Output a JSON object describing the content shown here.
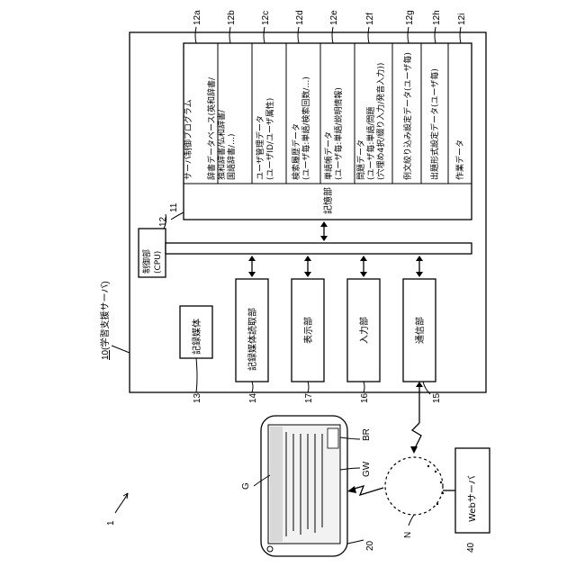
{
  "ref_labels": {
    "fig": "1",
    "server": "10",
    "cpu": "11",
    "storage": "12",
    "storage_sub": [
      "12a",
      "12b",
      "12c",
      "12d",
      "12e",
      "12f",
      "12g",
      "12h",
      "12i"
    ],
    "media": "13",
    "reader": "14",
    "comm": "15",
    "input": "16",
    "display": "17",
    "terminal": "20",
    "web_server": "40",
    "br": "BR",
    "gw": "GW",
    "g": "G",
    "n": "N"
  },
  "server": {
    "title": "(学習支援サーバ)"
  },
  "cpu": {
    "line1": "制御部",
    "line2": "(CPU)"
  },
  "storage": {
    "label": "記憶部",
    "items": [
      {
        "lines": [
          "サーバ制御プログラム"
        ]
      },
      {
        "lines": [
          "辞書データベース(英和辞書/",
          "独和辞書/仏和辞書/",
          "国語辞書/…)"
        ]
      },
      {
        "lines": [
          "ユーザ管理データ",
          "(ユーザID/ユーザ属性)"
        ]
      },
      {
        "lines": [
          "検索履歴データ",
          "(ユーザ毎:単語/検索回数/…)"
        ]
      },
      {
        "lines": [
          "単語帳データ",
          "(ユーザ毎:単語/説明情報)"
        ]
      },
      {
        "lines": [
          "問題データ",
          "(ユーザ毎:単語/問題",
          "(穴埋め4択/綴り入力/発音入力))"
        ]
      },
      {
        "lines": [
          "例文絞り込み設定データ(ユーザ毎)"
        ]
      },
      {
        "lines": [
          "出題形式設定データ(ユーザ毎)"
        ]
      },
      {
        "lines": [
          "作業データ"
        ]
      }
    ]
  },
  "blocks": {
    "media": "記録媒体",
    "reader": "記録媒体読取部",
    "display": "表示部",
    "input": "入力部",
    "comm": "通信部",
    "web_server": "Webサーバ"
  }
}
